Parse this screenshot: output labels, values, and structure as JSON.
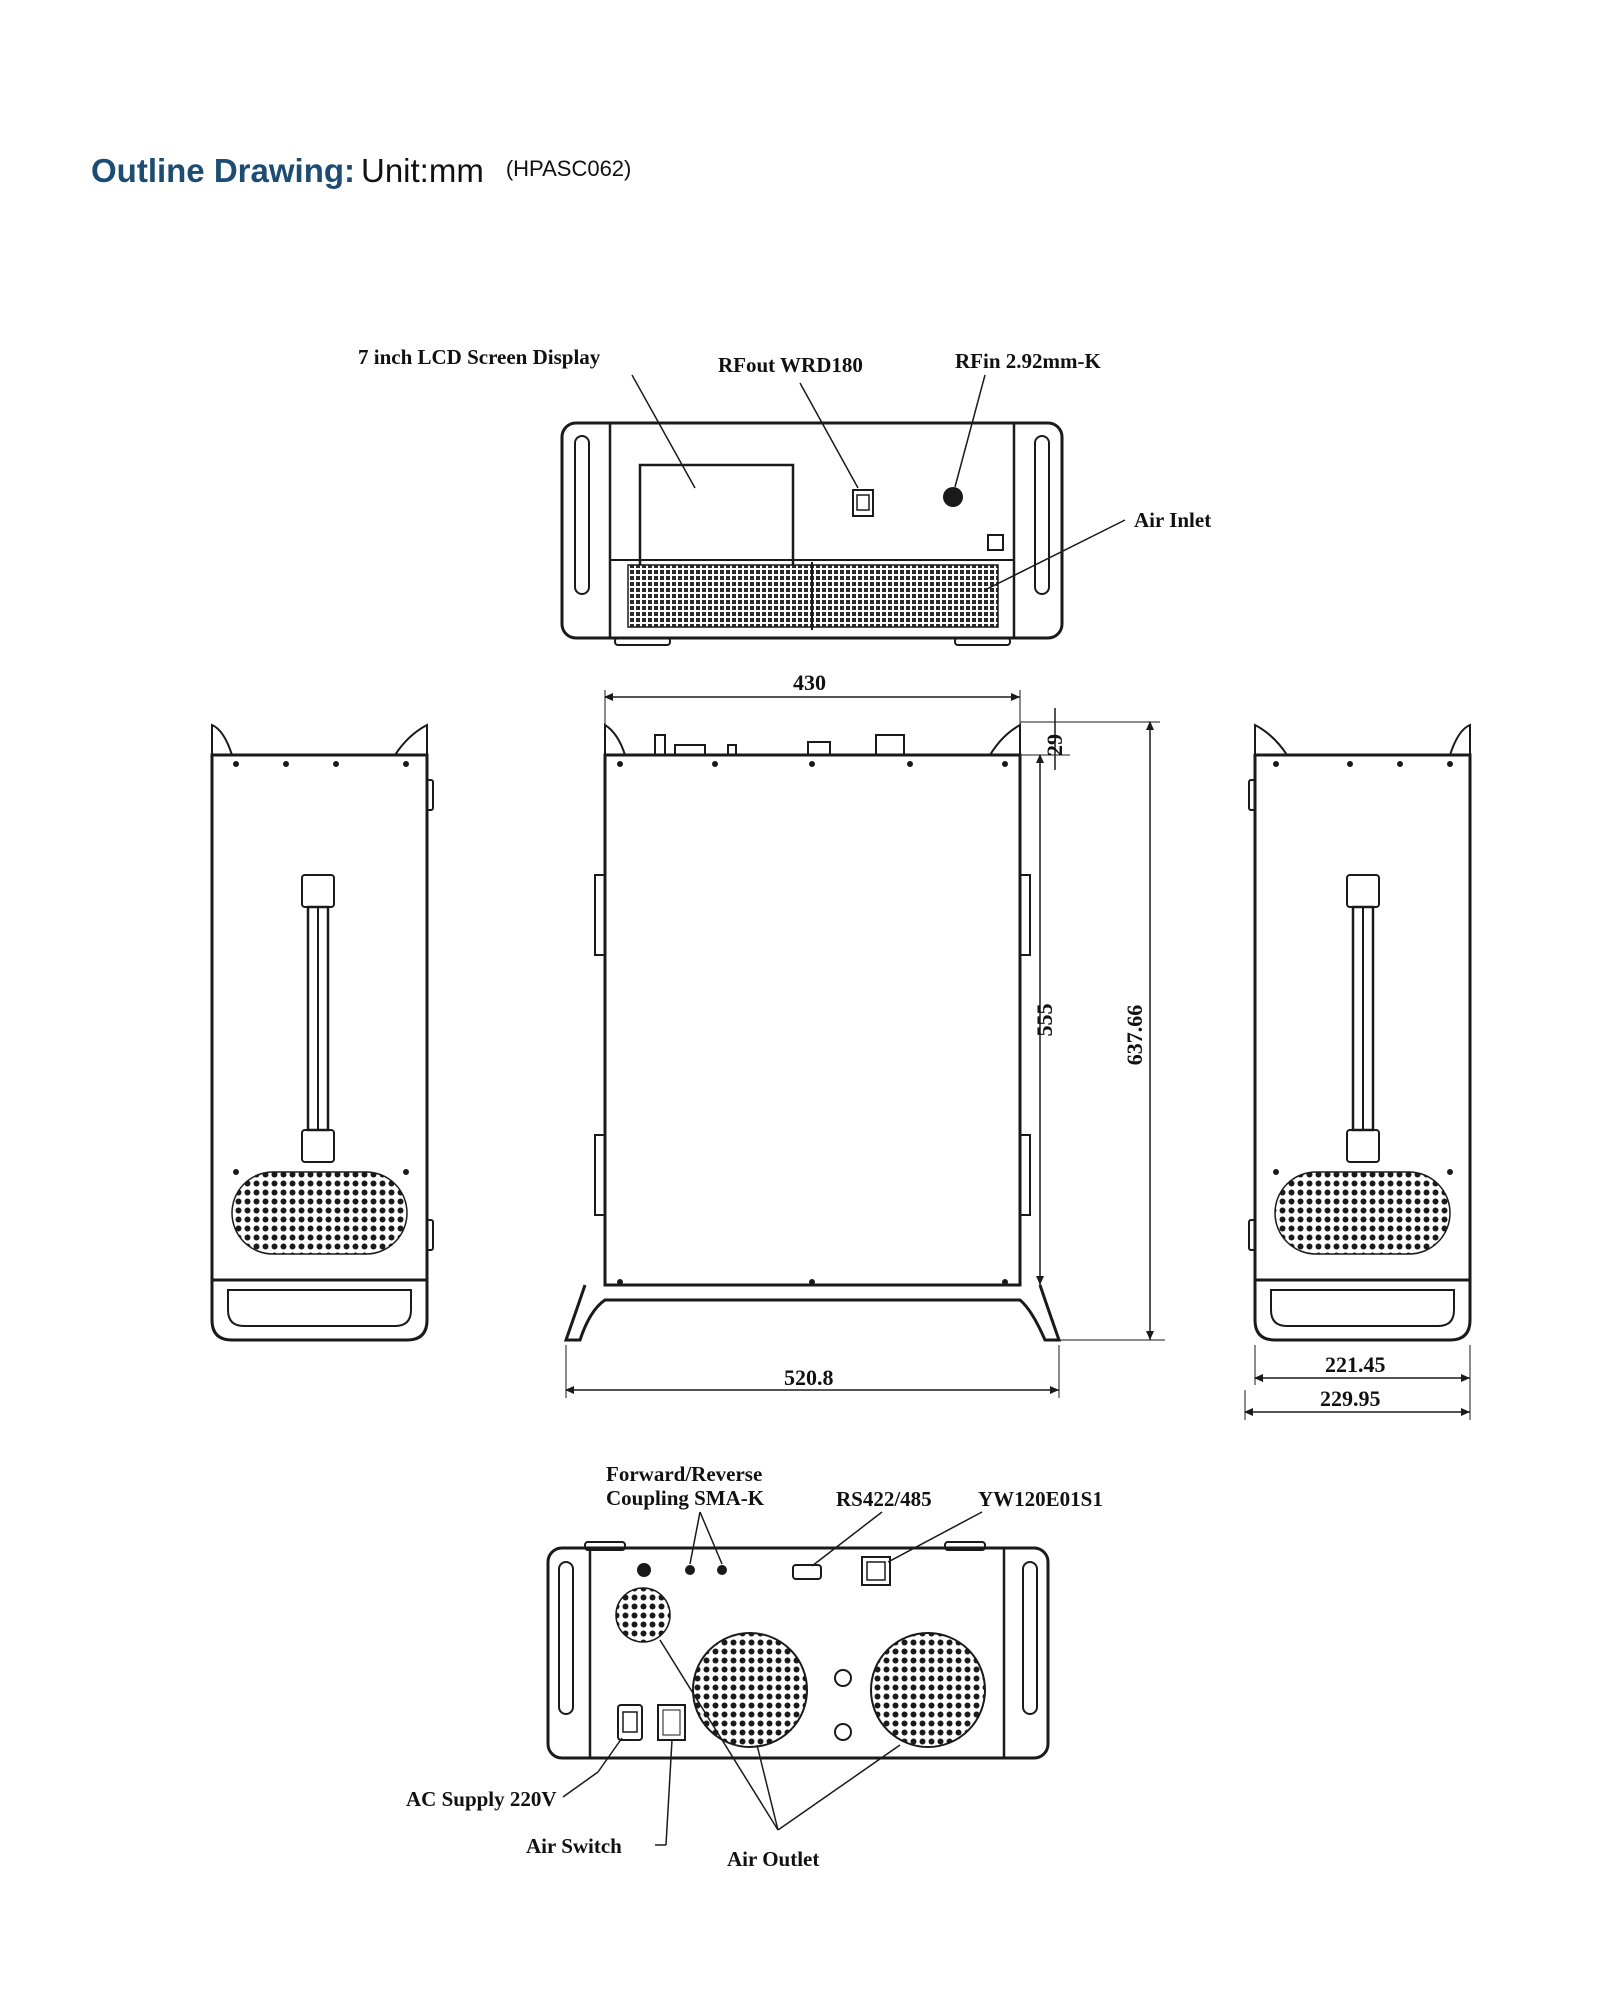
{
  "header": {
    "title": "Outline Drawing:",
    "unit": "Unit:mm",
    "model": "(HPASC062)"
  },
  "front_view": {
    "labels": {
      "lcd": "7 inch LCD Screen Display",
      "rf_out": "RFout WRD180",
      "rf_in": "RFin 2.92mm-K",
      "air_inlet": "Air Inlet"
    }
  },
  "top_view": {
    "dimensions": {
      "width": "430",
      "front_depth": "29",
      "body_depth": "555",
      "total_depth": "637.66",
      "base_width": "520.8"
    }
  },
  "side_view": {
    "dimensions": {
      "inner": "221.45",
      "outer": "229.95"
    }
  },
  "rear_view": {
    "labels": {
      "coupling_line1": "Forward/Reverse",
      "coupling_line2": "Coupling SMA-K",
      "serial": "RS422/485",
      "connector": "YW120E01S1",
      "ac_supply": "AC Supply 220V",
      "air_switch": "Air Switch",
      "air_outlet": "Air Outlet"
    }
  },
  "colors": {
    "title": "#1c4c72",
    "line": "#1a1a1a",
    "background": "#ffffff"
  }
}
